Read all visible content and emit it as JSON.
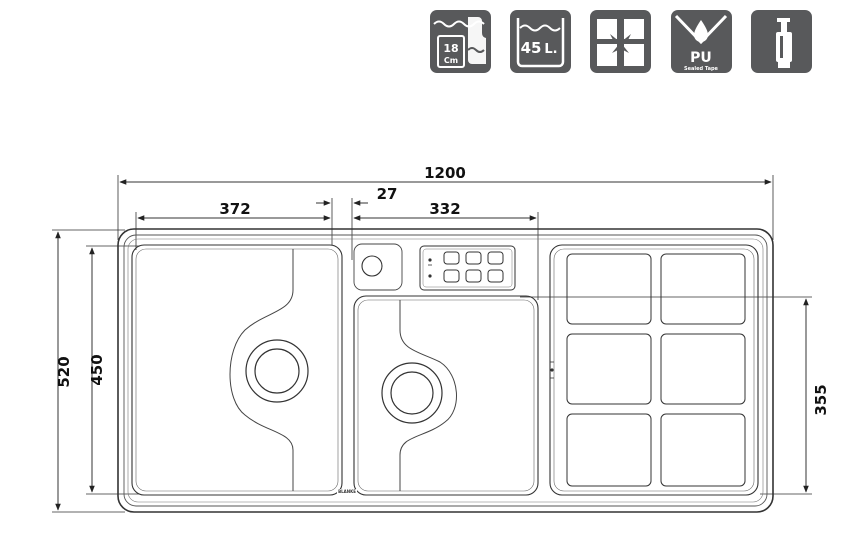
{
  "icons": {
    "depth": {
      "name": "bowl-depth-icon",
      "value": "18",
      "unit": "Cm"
    },
    "capacity": {
      "name": "bowl-capacity-icon",
      "value": "45",
      "unit": "L."
    },
    "packaging": {
      "name": "gift-box-icon"
    },
    "sealing": {
      "name": "pu-sealed-tape-icon",
      "label": "PU",
      "sublabel": "Sealed Tape"
    },
    "dispenser": {
      "name": "soap-dispenser-icon"
    }
  },
  "colors": {
    "icon_bg": "#58595b",
    "line": "#333333",
    "text": "#111111"
  },
  "dimensions": {
    "total_width": "1200",
    "total_depth": "520",
    "bowl_depth": "450",
    "left_bowl_width": "372",
    "gap": "27",
    "right_bowl_width": "332",
    "drainer_depth": "355"
  },
  "brand_mark": "BLANKE"
}
